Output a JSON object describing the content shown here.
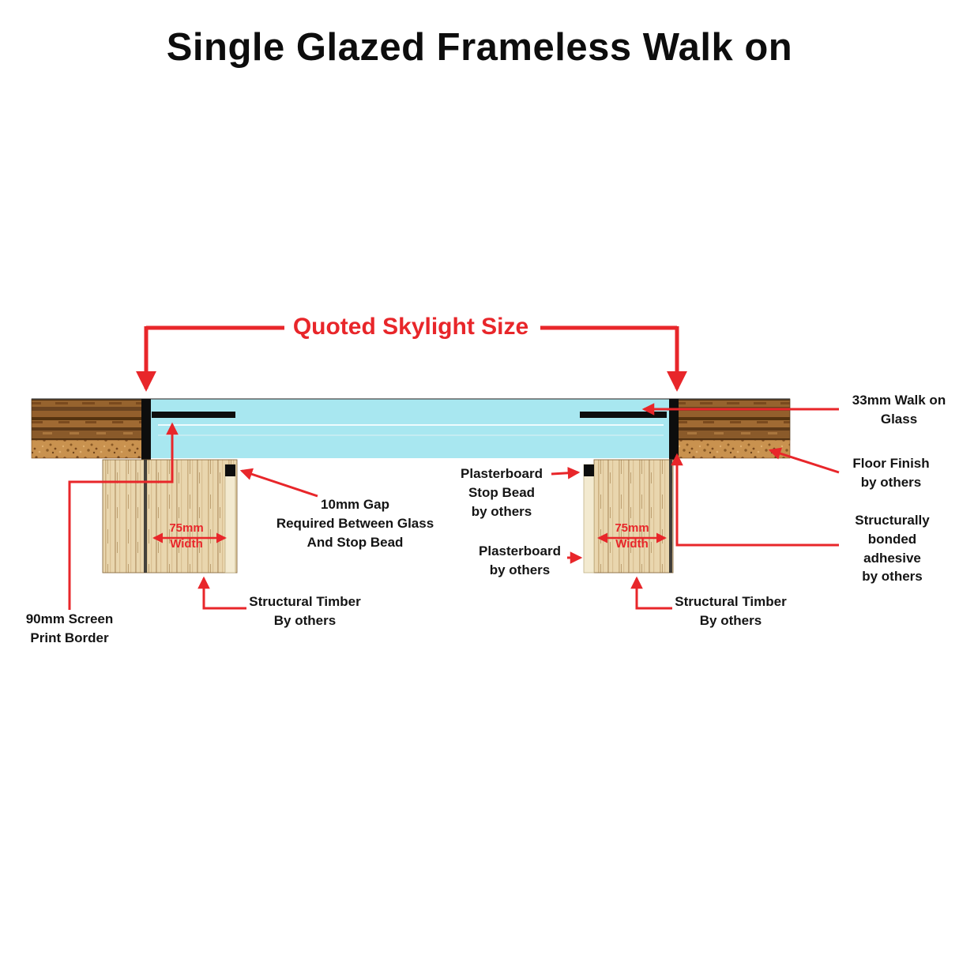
{
  "title": "Single Glazed Frameless Walk on",
  "dimension": {
    "quoted_size_label": "Quoted Skylight Size"
  },
  "labels": {
    "walk_on_glass": "33mm Walk on\nGlass",
    "floor_finish": "Floor Finish\nby others",
    "adhesive": "Structurally\nbonded\nadhesive\nby others",
    "stop_bead": "Plasterboard\nStop Bead\nby others",
    "gap": "10mm Gap\nRequired Between Glass\nAnd Stop Bead",
    "plasterboard": "Plasterboard\nby others",
    "screen_print": "90mm Screen\nPrint Border",
    "timber_left": "Structural Timber\nBy others",
    "timber_right": "Structural Timber\nBy others",
    "width_left": "75mm\nWidth",
    "width_right": "75mm\nWidth"
  },
  "colors": {
    "accent_red": "#e8262a",
    "glass_cyan": "#a8e7f0",
    "timber_tan": "#e9d6ae",
    "floor_wood_brown": "#8a5a2a",
    "plasterboard_cream": "#f3ead0",
    "black": "#0d0d0d"
  }
}
